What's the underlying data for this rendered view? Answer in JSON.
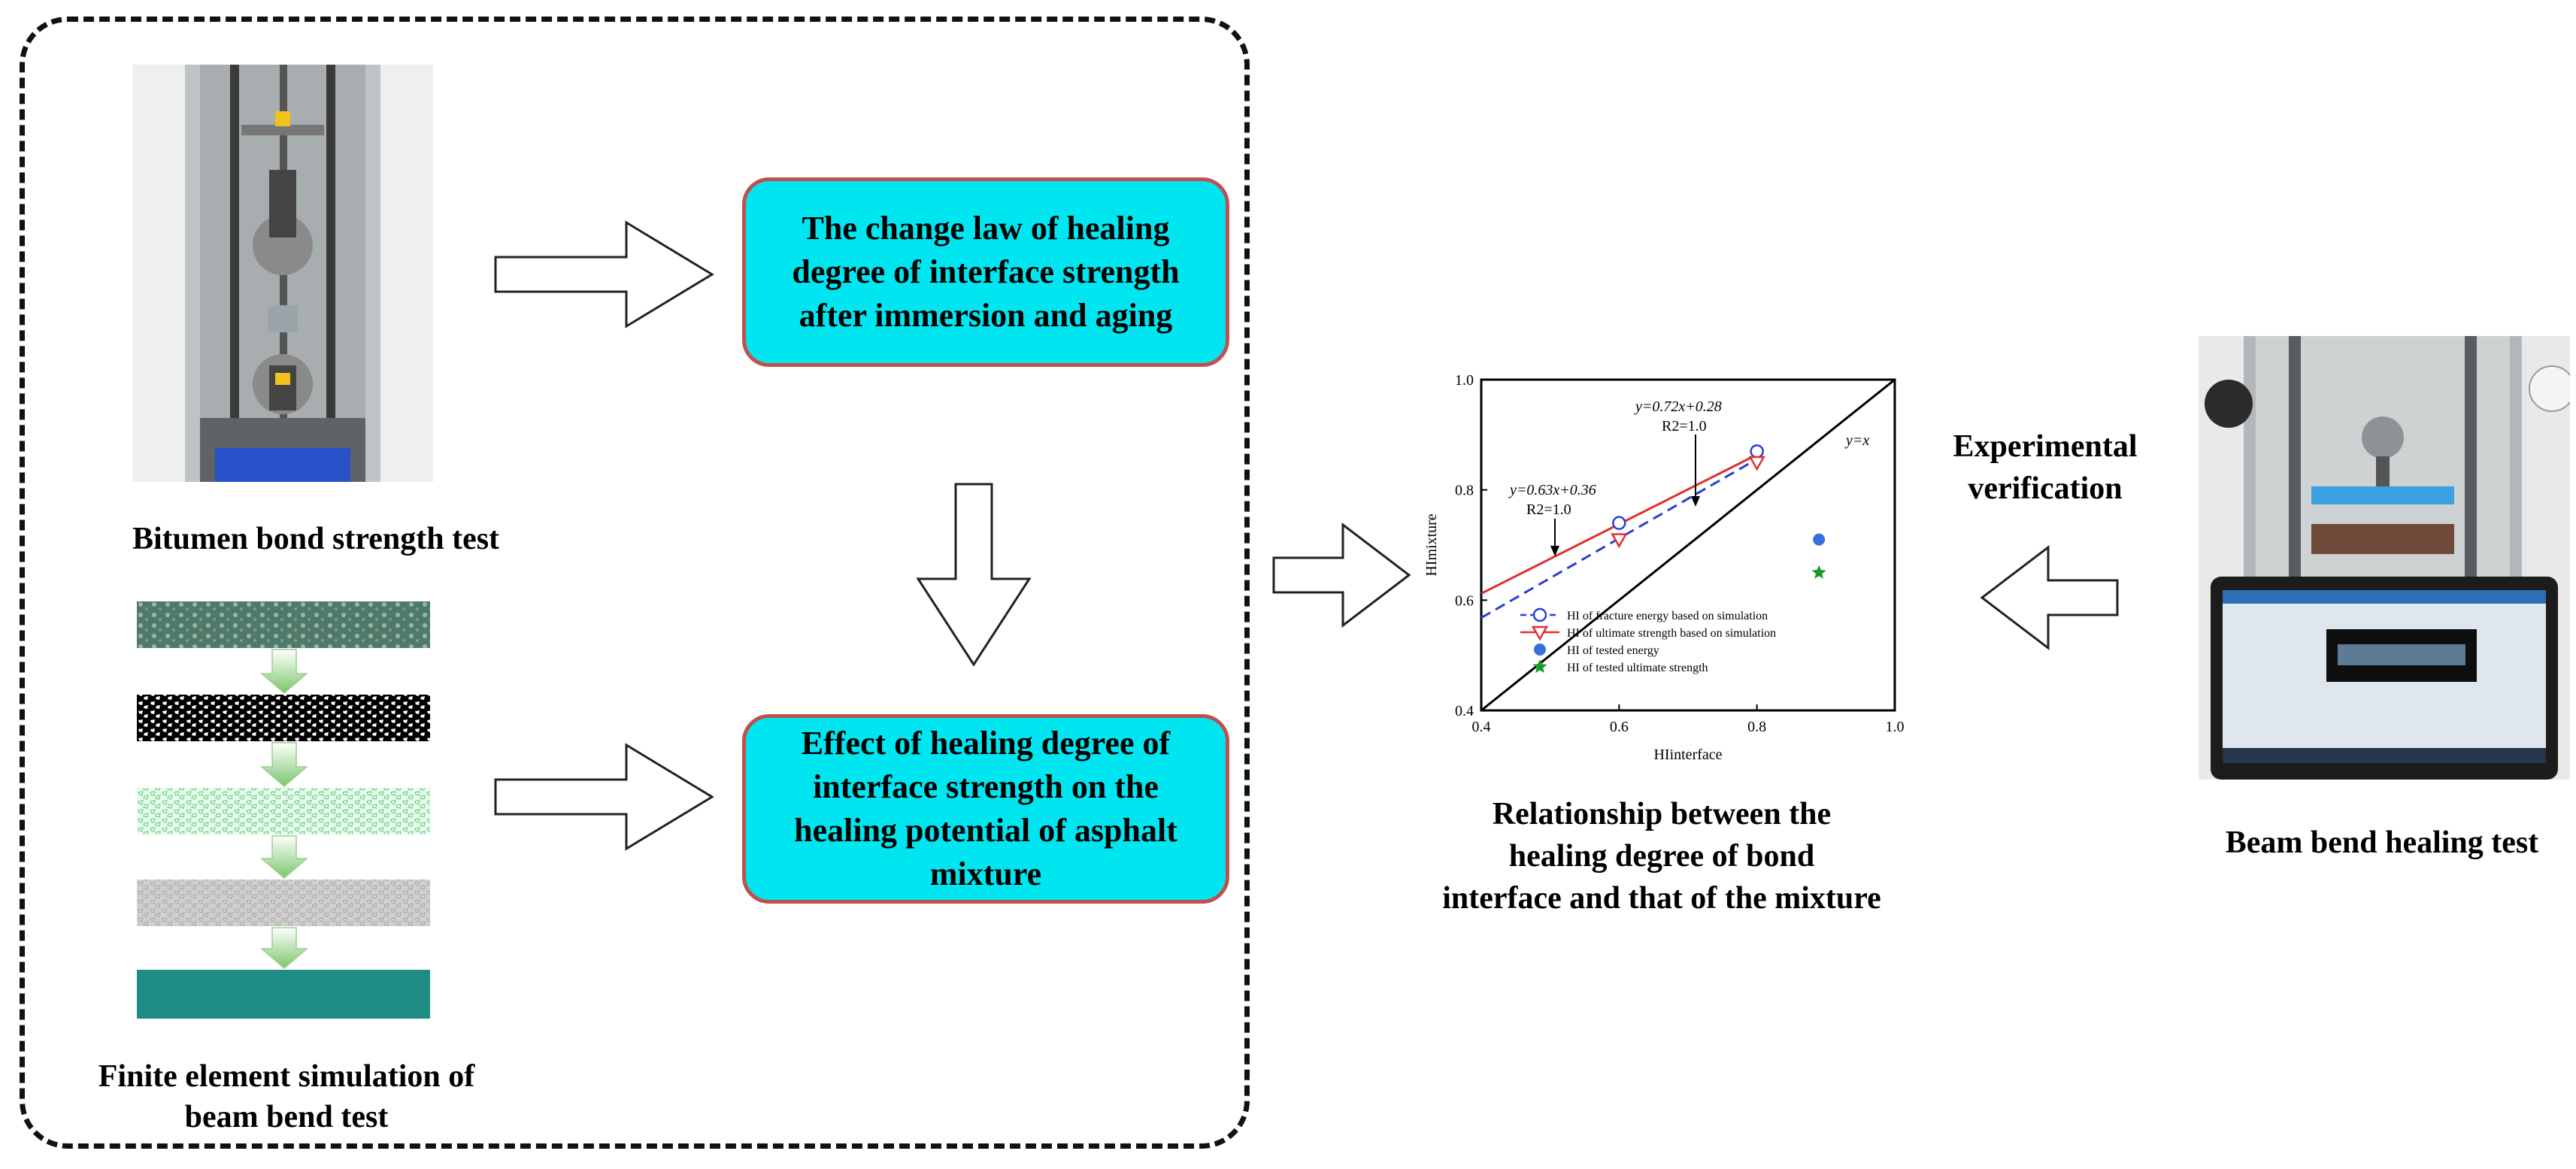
{
  "left_panel": {
    "bond_test_caption": "Bitumen bond strength  test",
    "fe_caption": "Finite element simulation of\nbeam bend test"
  },
  "boxes": {
    "top": "The change law of healing\ndegree of interface strength\nafter immersion and aging",
    "bottom": "Effect of healing degree of\ninterface strength on the\nhealing potential of asphalt\nmixture"
  },
  "center": {
    "caption": "Relationship between the\nhealing degree of bond\ninterface and that of the mixture"
  },
  "right": {
    "verification_label": "Experimental\nverification",
    "caption": "Beam bend healing test"
  },
  "colors": {
    "box_fill": "#00e6f0",
    "box_border": "#c0504d",
    "fracture_series": "#2b3fd1",
    "strength_series": "#e03030",
    "tested_energy": "#3a6fe0",
    "tested_strength": "#1a9a2a",
    "fe_mesh_1": "#4f7a6a",
    "fe_mesh_3": "#9fe0b0",
    "fe_mesh_5": "#1e8c84"
  },
  "chart_data": {
    "type": "scatter",
    "xlabel": "HIinterface",
    "ylabel": "HImixture",
    "xlim": [
      0.4,
      1.0
    ],
    "ylim": [
      0.4,
      1.0
    ],
    "x_ticks": [
      "0.4",
      "0.6",
      "0.8",
      "1.0"
    ],
    "y_ticks": [
      "0.4",
      "0.6",
      "0.8",
      "1.0"
    ],
    "series": [
      {
        "name": "HI of fracture energy based on simulation",
        "marker": "open-circle",
        "line": "dashed",
        "x": [
          0.6,
          0.8
        ],
        "y": [
          0.74,
          0.87
        ]
      },
      {
        "name": "HI of ultimate strength based on simulation",
        "marker": "open-triangle",
        "line": "solid",
        "x": [
          0.6,
          0.8
        ],
        "y": [
          0.71,
          0.85
        ]
      },
      {
        "name": "HI of tested energy",
        "marker": "filled-circle",
        "x": [
          0.89
        ],
        "y": [
          0.71
        ]
      },
      {
        "name": "HI of tested ultimate strength",
        "marker": "star",
        "x": [
          0.89
        ],
        "y": [
          0.65
        ]
      }
    ],
    "fit_lines": [
      {
        "series": 0,
        "slope": 0.72,
        "intercept": 0.28,
        "x_range": [
          0.4,
          0.8
        ]
      },
      {
        "series": 1,
        "slope": 0.63,
        "intercept": 0.36,
        "x_range": [
          0.4,
          0.8
        ]
      }
    ],
    "reference_line": {
      "label": "y=x",
      "slope": 1,
      "intercept": 0
    },
    "annotations": [
      {
        "equation": "y=0.72x+0.28",
        "r2": "R2=1.0"
      },
      {
        "equation": "y=0.63x+0.36",
        "r2": "R2=1.0"
      }
    ],
    "legend_position": "bottom-left"
  }
}
